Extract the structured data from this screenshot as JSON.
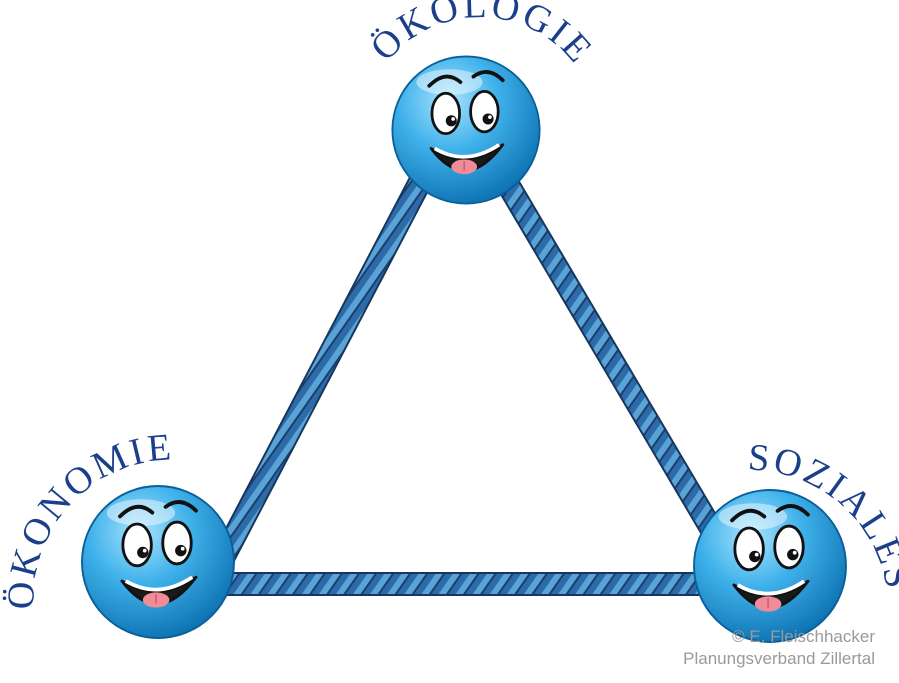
{
  "labels": {
    "top": "ÖKOLOGIE",
    "left": "ÖKONOMIE",
    "right": "SOZIALES"
  },
  "credit": {
    "line1": "© E. Fleischhacker",
    "line2": "Planungsverband Zillertal"
  },
  "colors": {
    "label": "#1b3f8a",
    "rope_dark": "#1d4f86",
    "rope_light": "#5aa3d6",
    "face_light": "#7fd0f7",
    "face_dark": "#0f7fc3",
    "tongue": "#f08b98",
    "credit": "#9a9a9a"
  },
  "icons": [
    "smiley-face-icon",
    "rope-icon"
  ]
}
